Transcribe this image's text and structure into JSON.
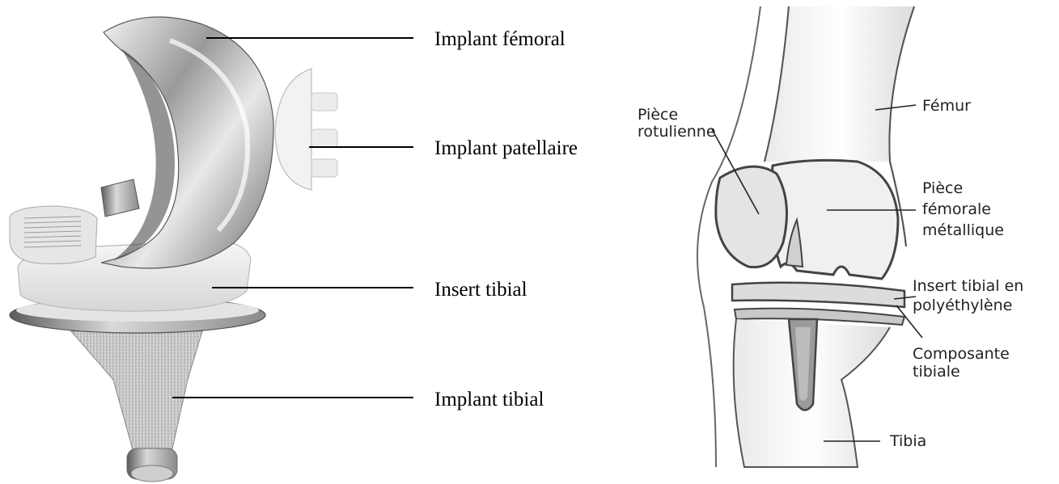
{
  "left_panel": {
    "labels": {
      "femoral": "Implant fémoral",
      "patellar": "Implant patellaire",
      "insert": "Insert tibial",
      "tibial": "Implant tibial"
    }
  },
  "right_panel": {
    "labels": {
      "rotulienne_1": "Pièce",
      "rotulienne_2": "rotulienne",
      "femur": "Fémur",
      "femorale_1": "Pièce",
      "femorale_2": "fémorale",
      "femorale_3": "métallique",
      "insert_1": "Insert tibial en",
      "insert_2": "polyéthylène",
      "composante_1": "Composante",
      "composante_2": "tibiale",
      "tibia": "Tibia"
    }
  }
}
